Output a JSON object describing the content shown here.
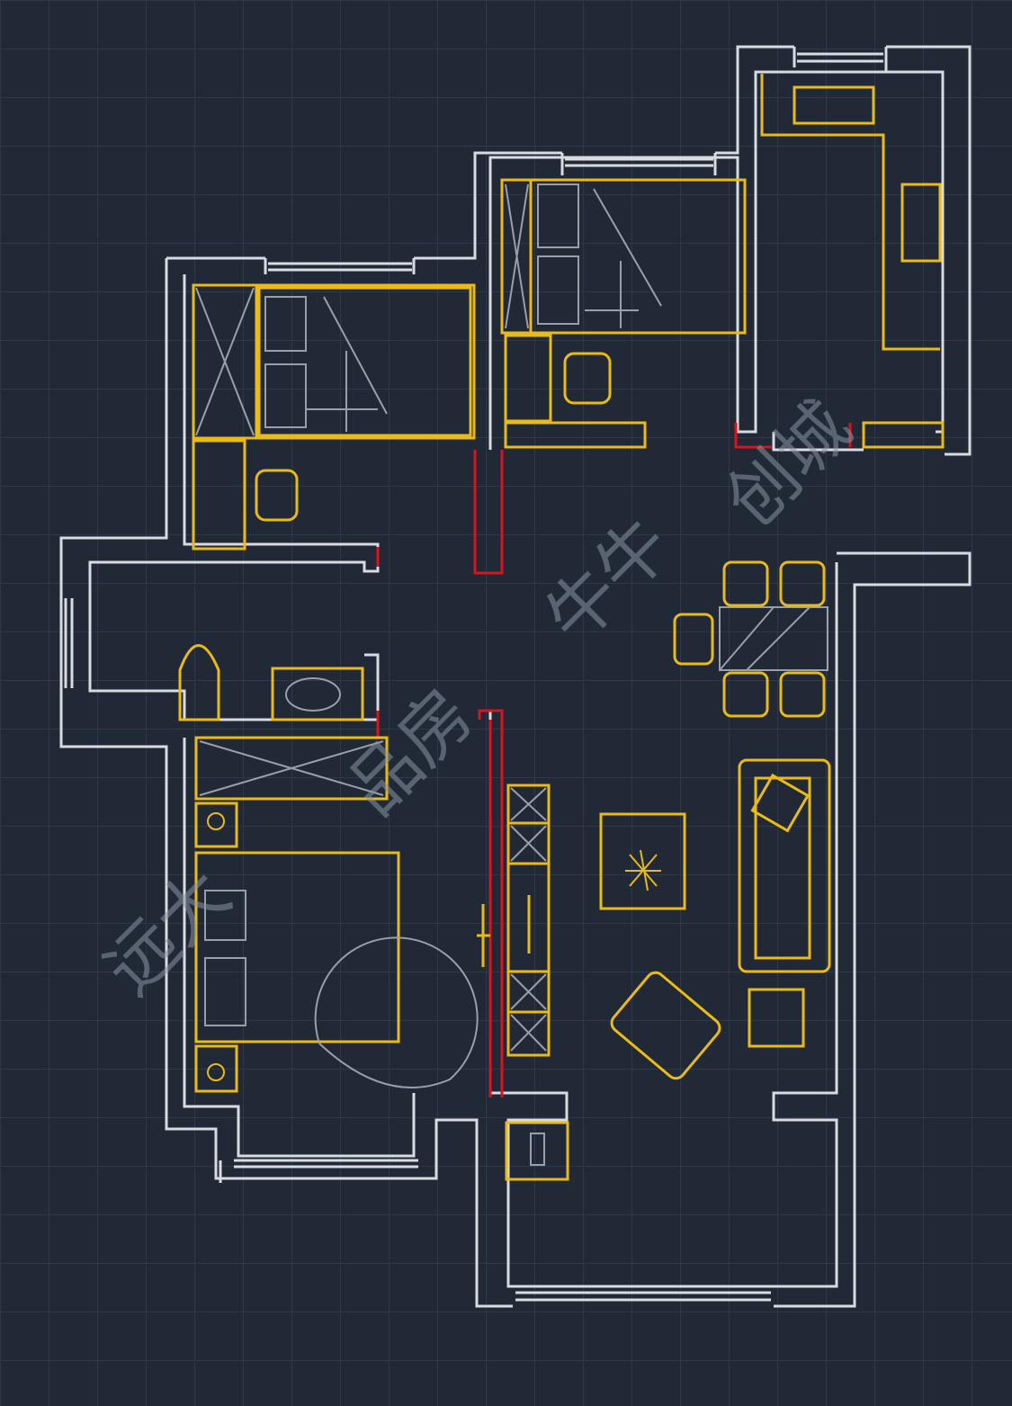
{
  "drawing": {
    "type": "floor plan",
    "watermark": [
      "远大",
      "品房",
      "牛牛",
      "创城"
    ],
    "colors": {
      "background": "#212836",
      "grid": "#2e3646",
      "walls": "#d8dbe0",
      "furniture": "#e9bb18",
      "new_walls": "#d8141c",
      "fixtures": "#9aa0a8"
    }
  }
}
